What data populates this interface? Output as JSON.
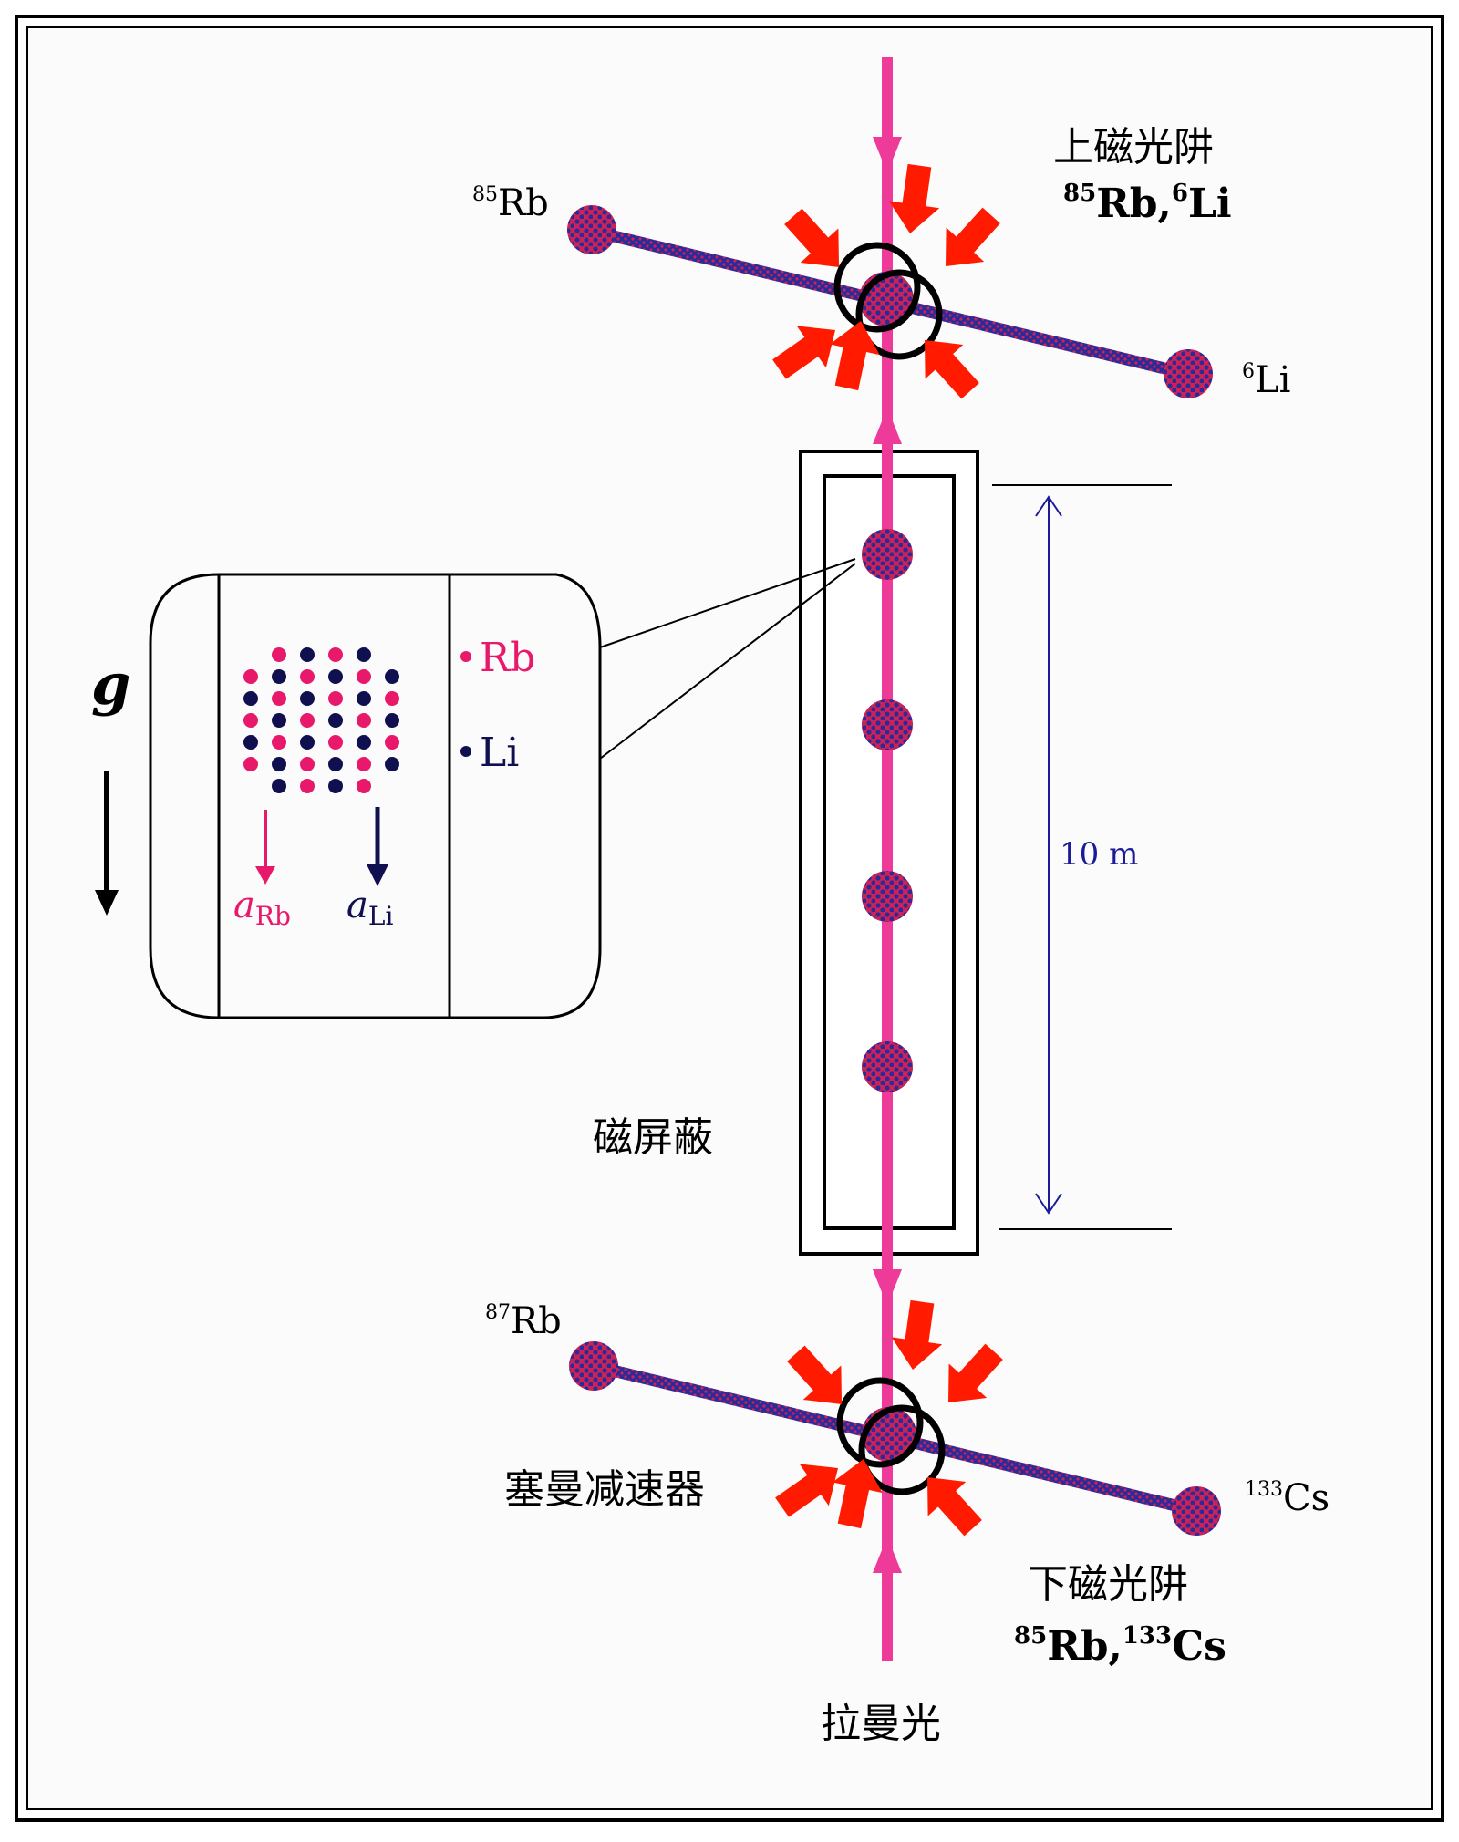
{
  "labels": {
    "upper_mot_title": "上磁光阱",
    "upper_mot_species": [
      "85",
      "Rb,",
      "6",
      "Li"
    ],
    "lower_mot_title": "下磁光阱",
    "lower_mot_species": [
      "85",
      "Rb,",
      "133",
      "Cs"
    ],
    "rb85_source": [
      "85",
      "Rb"
    ],
    "li6_source": [
      "6",
      "Li"
    ],
    "rb87_source": [
      "87",
      "Rb"
    ],
    "cs133_source": [
      "133",
      "Cs"
    ],
    "magnetic_shield": "磁屏蔽",
    "zeeman_slower": "塞曼减速器",
    "raman_light": "拉曼光",
    "height": "10 m",
    "gravity": "g",
    "legend_rb": "Rb",
    "legend_li": "Li",
    "accel_rb": [
      "a",
      "Rb"
    ],
    "accel_li": [
      "a",
      "Li"
    ]
  },
  "colors": {
    "raman_beam": "#ee3a99",
    "cooling_beam": "#ff1a00",
    "rb_atom": "#e8196a",
    "li_atom": "#101050",
    "cloud_fill": "#cc2255",
    "cloud_dot": "#2a2a9a",
    "dimension": "#1a1a9a"
  },
  "icons": [
    "pink-raman-beam",
    "red-cooling-arrow-icon",
    "gravity-arrow-icon",
    "atom-cloud-icon"
  ]
}
